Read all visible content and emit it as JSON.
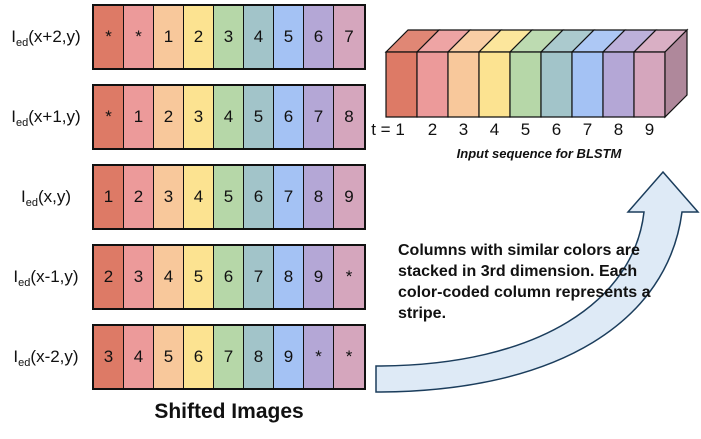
{
  "palette": [
    "#dd7a66",
    "#ec9a9a",
    "#f8c89b",
    "#fce391",
    "#b6d7a8",
    "#a2c4c9",
    "#a4c2f4",
    "#b4a7d6",
    "#d5a6bd"
  ],
  "rows": [
    {
      "base": "I",
      "sub": "ed",
      "arg": "(x+2,y)",
      "cells": [
        "*",
        "*",
        "1",
        "2",
        "3",
        "4",
        "5",
        "6",
        "7"
      ]
    },
    {
      "base": "I",
      "sub": "ed",
      "arg": "(x+1,y)",
      "cells": [
        "*",
        "1",
        "2",
        "3",
        "4",
        "5",
        "6",
        "7",
        "8"
      ]
    },
    {
      "base": "I",
      "sub": "ed",
      "arg": "(x,y)",
      "cells": [
        "1",
        "2",
        "3",
        "4",
        "5",
        "6",
        "7",
        "8",
        "9"
      ]
    },
    {
      "base": "I",
      "sub": "ed",
      "arg": "(x-1,y)",
      "cells": [
        "2",
        "3",
        "4",
        "5",
        "6",
        "7",
        "8",
        "9",
        "*"
      ]
    },
    {
      "base": "I",
      "sub": "ed",
      "arg": "(x-2,y)",
      "cells": [
        "3",
        "4",
        "5",
        "6",
        "7",
        "8",
        "9",
        "*",
        "*"
      ]
    }
  ],
  "shifted_caption": "Shifted Images",
  "sequence": {
    "t_labels": [
      "t = 1",
      "2",
      "3",
      "4",
      "5",
      "6",
      "7",
      "8",
      "9"
    ],
    "caption": "Input sequence for BLSTM"
  },
  "description": "Columns with similar colors are stacked in 3rd dimension. Each color-coded column represents a stripe.",
  "arrow_color": "#deeaf6"
}
